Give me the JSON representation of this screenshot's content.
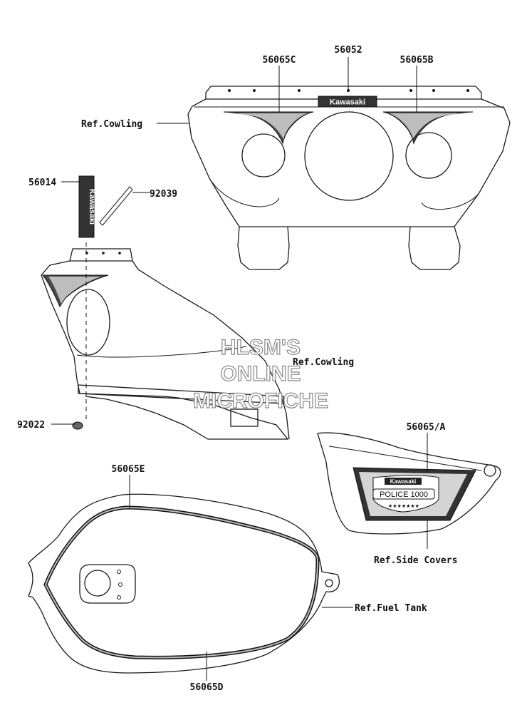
{
  "watermark": [
    "HLSM'S",
    "ONLINE",
    "MICROFICHE"
  ],
  "labels": {
    "p56065C": "56065C",
    "p56052": "56052",
    "p56065B": "56065B",
    "ref_cowling_top": "Ref.Cowling",
    "p56014": "56014",
    "p92039": "92039",
    "ref_cowling_mid": "Ref.Cowling",
    "p92022": "92022",
    "p56065A": "56065/A",
    "p56065E": "56065E",
    "ref_side_covers": "Ref.Side Covers",
    "ref_fuel_tank": "Ref.Fuel Tank",
    "p56065D": "56065D"
  },
  "decal_text": {
    "cowling_logo": "Kawasaki",
    "vertical_logo": "Kawasaki",
    "side_logo": "Kawasaki",
    "side_model": "POLICE 1000",
    "side_stars": "★★★★★★★"
  }
}
